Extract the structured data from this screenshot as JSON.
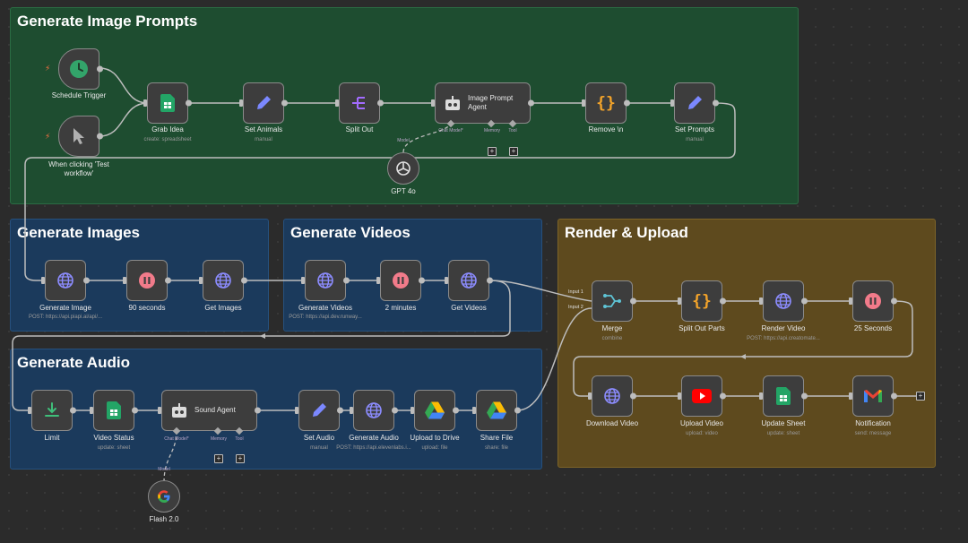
{
  "groups": {
    "generate_image_prompts": "Generate Image Prompts",
    "generate_images": "Generate Images",
    "generate_videos": "Generate Videos",
    "render_upload": "Render & Upload",
    "generate_audio": "Generate Audio"
  },
  "nodes": {
    "schedule_trigger": {
      "label": "Schedule Trigger"
    },
    "manual_trigger": {
      "label": "When clicking 'Test workflow'"
    },
    "grab_idea": {
      "label": "Grab Idea",
      "sub": "create: spreadsheet"
    },
    "set_animals": {
      "label": "Set Animals",
      "sub": "manual"
    },
    "split_out": {
      "label": "Split Out"
    },
    "image_prompt_agent": {
      "label": "Image Prompt Agent",
      "ports": [
        "Chat Model*",
        "Memory",
        "Tool"
      ]
    },
    "remove_n": {
      "label": "Remove \\n"
    },
    "set_prompts": {
      "label": "Set Prompts",
      "sub": "manual"
    },
    "gpt4o": {
      "label": "GPT 4o",
      "tag": "Model"
    },
    "generate_image": {
      "label": "Generate Image",
      "sub": "POST: https://api.piapi.ai/api/..."
    },
    "wait_90": {
      "label": "90 seconds"
    },
    "get_images": {
      "label": "Get Images"
    },
    "generate_videos": {
      "label": "Generate Videos",
      "sub": "POST: https://api.dev.runway..."
    },
    "wait_2m": {
      "label": "2 minutes"
    },
    "get_videos": {
      "label": "Get Videos"
    },
    "merge": {
      "label": "Merge",
      "sub": "combine",
      "inputs": [
        "Input 1",
        "Input 2"
      ]
    },
    "split_out_parts": {
      "label": "Split Out Parts"
    },
    "render_video": {
      "label": "Render Video",
      "sub": "POST: https://api.creatomate..."
    },
    "wait_25": {
      "label": "25 Seconds"
    },
    "download_video": {
      "label": "Download Video"
    },
    "upload_video": {
      "label": "Upload Video",
      "sub": "upload: video"
    },
    "update_sheet": {
      "label": "Update Sheet",
      "sub": "update: sheet"
    },
    "notification": {
      "label": "Notification",
      "sub": "send: message"
    },
    "limit": {
      "label": "Limit"
    },
    "video_status": {
      "label": "Video Status",
      "sub": "update: sheet"
    },
    "sound_agent": {
      "label": "Sound Agent",
      "ports": [
        "Chat Model*",
        "Memory",
        "Tool"
      ]
    },
    "set_audio": {
      "label": "Set Audio",
      "sub": "manual"
    },
    "generate_audio": {
      "label": "Generate Audio",
      "sub": "POST: https://api.elevenlabs.i..."
    },
    "upload_to_drive": {
      "label": "Upload to Drive",
      "sub": "upload: file"
    },
    "share_file": {
      "label": "Share File",
      "sub": "share: file"
    },
    "flash2": {
      "label": "Flash 2.0",
      "tag": "Model"
    }
  },
  "colors": {
    "canvas": "#2b2b2b",
    "group_green": "#1e4d30",
    "group_blue": "#1b3a5c",
    "group_yellow": "#5e4a1e",
    "node": "#3d3d3d",
    "wire": "#bdbdbd"
  },
  "icons": {
    "schedule_trigger": "clock-icon",
    "manual_trigger": "cursor-icon",
    "grab_idea": "google-sheets-icon",
    "set_animals": "pencil-icon",
    "split_out": "split-icon",
    "agent": "robot-icon",
    "remove_n": "braces-icon",
    "http": "globe-icon",
    "wait": "pause-icon",
    "merge": "merge-icon",
    "limit": "limit-icon",
    "drive": "google-drive-icon",
    "youtube": "youtube-icon",
    "gmail": "gmail-icon",
    "openai": "openai-icon",
    "gemini": "google-icon",
    "trigger_bolt": "bolt-icon"
  }
}
